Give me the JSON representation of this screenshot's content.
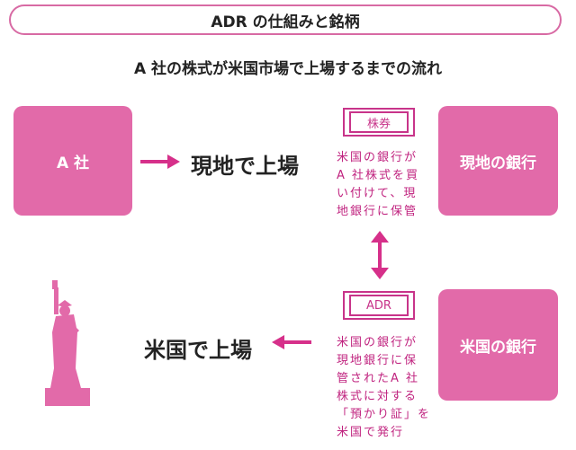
{
  "title": "ADR の仕組みと銘柄",
  "subtitle": "A 社の株式が米国市場で上場するまでの流れ",
  "company_box": "A 社",
  "local_listing": "現地で上場",
  "local_bank": "現地の銀行",
  "us_bank": "米国の銀行",
  "us_listing": "米国で上場",
  "stock_cert": "株券",
  "adr_cert": "ADR",
  "note_top": [
    "米国の銀行が",
    "A 社株式を買",
    "い付けて、現",
    "地銀行に保管"
  ],
  "note_bottom": [
    "米国の銀行が",
    "現地銀行に保",
    "管されたA 社",
    "株式に対する",
    "「預かり証」を",
    "米国で発行"
  ],
  "colors": {
    "box": "#e26aa9",
    "accent": "#c0237f",
    "arrow": "#d6308a"
  }
}
